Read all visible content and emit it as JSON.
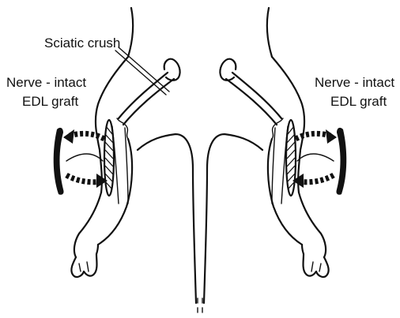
{
  "figure": {
    "labels": {
      "sciatic_crush": "Sciatic crush",
      "left_graft_line1": "Nerve - intact",
      "left_graft_line2": "EDL graft",
      "right_graft_line1": "Nerve - intact",
      "right_graft_line2": "EDL graft"
    },
    "ink_color": "#111111",
    "background_color": "#ffffff"
  }
}
